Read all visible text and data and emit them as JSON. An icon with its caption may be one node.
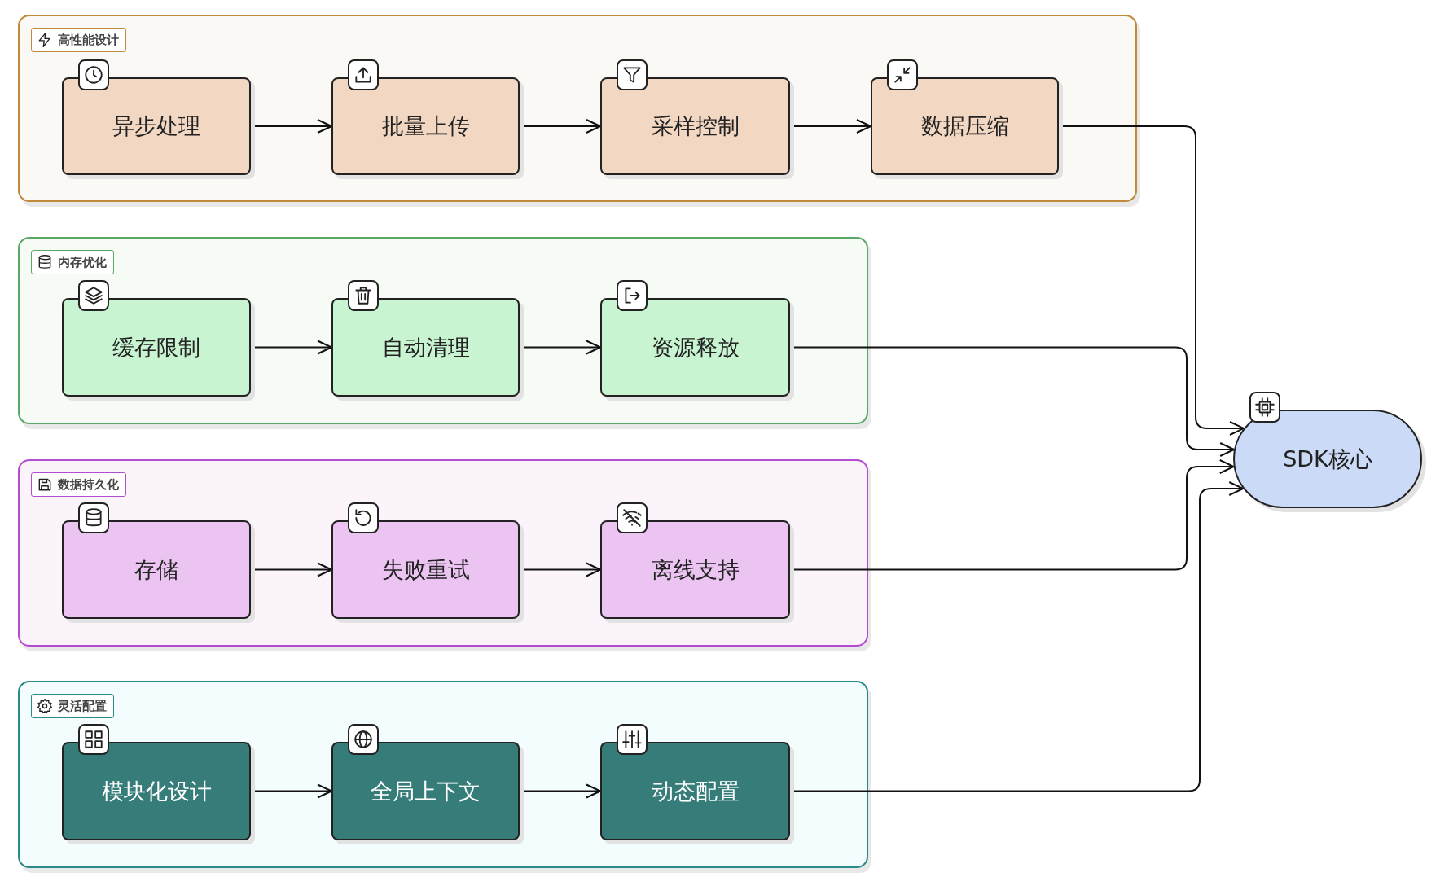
{
  "diagram": {
    "nodes": [
      {
        "text": [
          "高性能设计"
        ]
      },
      {
        "text": [
          "异步处理"
        ],
        "in": 0
      },
      {
        "text": [
          "批量上传"
        ],
        "in": 0
      },
      {
        "text": [
          "采样控制"
        ],
        "in": 0
      },
      {
        "text": [
          "数据压缩"
        ],
        "in": 0
      },
      {
        "text": [
          "内存优化"
        ]
      },
      {
        "text": [
          "缓存限制"
        ],
        "in": 5
      },
      {
        "text": [
          "自动清理"
        ],
        "in": 5
      },
      {
        "text": [
          "资源释放"
        ],
        "in": 5
      },
      {
        "text": [
          "数据持久化"
        ]
      },
      {
        "text": [
          "存储"
        ],
        "in": 9
      },
      {
        "text": [
          "失败重试"
        ],
        "in": 9
      },
      {
        "text": [
          "离线支持"
        ],
        "in": 9
      },
      {
        "text": [
          "灵活配置"
        ]
      },
      {
        "text": [
          "模块化设计"
        ],
        "in": 13
      },
      {
        "text": [
          "全局上下文"
        ],
        "in": 13
      },
      {
        "text": [
          "动态配置"
        ],
        "in": 13
      },
      {
        "text": [
          "SDK核心"
        ]
      }
    ],
    "edges": [
      {
        "from": 1,
        "to": 2,
        "arrow": "to"
      },
      {
        "from": 2,
        "to": 3,
        "arrow": "to"
      },
      {
        "from": 3,
        "to": 4,
        "arrow": "to"
      },
      {
        "from": 4,
        "to": 17,
        "arrow": "to"
      },
      {
        "from": 6,
        "to": 7,
        "arrow": "to"
      },
      {
        "from": 7,
        "to": 8,
        "arrow": "to"
      },
      {
        "from": 8,
        "to": 17,
        "arrow": "to"
      },
      {
        "from": 10,
        "to": 11,
        "arrow": "to"
      },
      {
        "from": 11,
        "to": 12,
        "arrow": "to"
      },
      {
        "from": 12,
        "to": 17,
        "arrow": "to"
      },
      {
        "from": 14,
        "to": 15,
        "arrow": "to"
      },
      {
        "from": 15,
        "to": 16,
        "arrow": "to"
      },
      {
        "from": 16,
        "to": 17,
        "arrow": "to"
      }
    ]
  }
}
